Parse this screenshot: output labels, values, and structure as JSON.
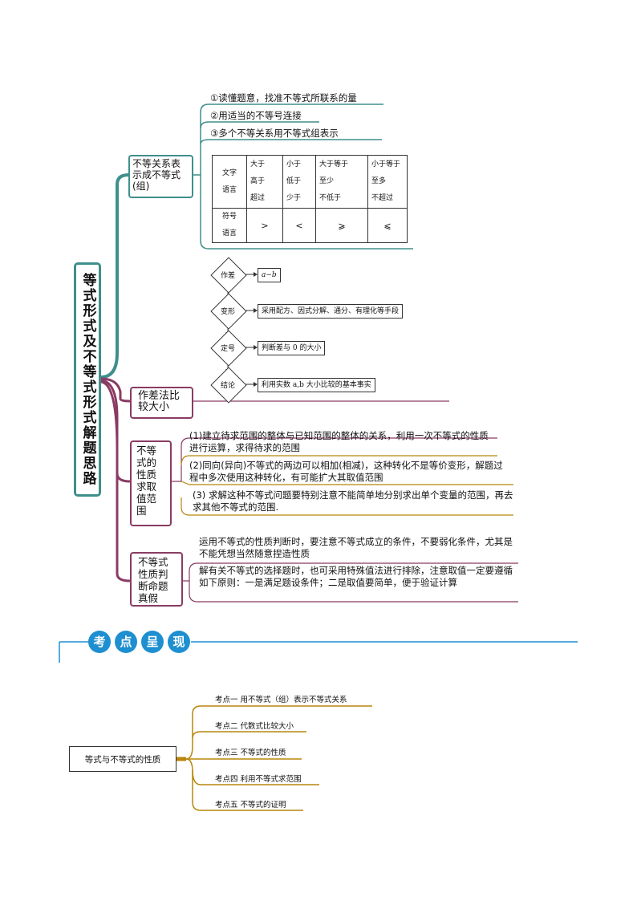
{
  "root": {
    "title": "等式形式及不等式形式解题思路"
  },
  "branch1": {
    "label": "不等关系表示成不等式(组)",
    "steps": [
      "①读懂题意，找准不等式所联系的量",
      "②用适当的不等号连接",
      "③多个不等关系用不等式组表示"
    ],
    "table": {
      "row1_header": [
        "文字",
        "语言"
      ],
      "cells": [
        [
          "大于",
          "高于",
          "超过"
        ],
        [
          "小于",
          "低于",
          "少于"
        ],
        [
          "大于等于",
          "至少",
          "不低于"
        ],
        [
          "小于等于",
          "至多",
          "不超过"
        ]
      ],
      "row2_header": [
        "符号",
        "语言"
      ],
      "symbols": [
        ">",
        "<",
        "⩾",
        "⩽"
      ]
    }
  },
  "branch2": {
    "label": "作差法比较大小",
    "flow": [
      {
        "step": "作差",
        "desc": "a−b"
      },
      {
        "step": "变形",
        "desc": "采用配方、因式分解、通分、有理化等手段"
      },
      {
        "step": "定号",
        "desc": "判断差与 0 的大小"
      },
      {
        "step": "结论",
        "desc": "利用实数 a,b 大小比较的基本事实"
      }
    ]
  },
  "branch3": {
    "label": "不等式的性质求取值范围",
    "items": [
      "(1)建立待求范围的整体与已知范围的整体的关系，利用一次不等式的性质进行运算，求得待求的范围",
      "(2)同向(异向)不等式的两边可以相加(相减)，这种转化不是等价变形，解题过程中多次使用这种转化，有可能扩大其取值范围",
      "(3) 求解这种不等式问题要特别注意不能简单地分别求出单个变量的范围，再去求其他不等式的范围."
    ]
  },
  "branch4": {
    "label": "不等式性质判断命题真假",
    "items": [
      "运用不等式的性质判断时，要注意不等式成立的条件，不要弱化条件，尤其是不能凭想当然随意捏造性质",
      "解有关不等式的选择题时，也可采用特殊值法进行排除，注意取值一定要遵循如下原则：一是满足题设条件；二是取值要简单，便于验证计算"
    ]
  },
  "section": {
    "chars": [
      "考",
      "点",
      "呈",
      "现"
    ],
    "color": "#1e8fd0"
  },
  "section2": {
    "root": "等式与不等式的性质",
    "points": [
      "考点一  用不等式（组）表示不等式关系",
      "考点二  代数式比较大小",
      "考点三  不等式的性质",
      "考点四  利用不等式求范围",
      "考点五  不等式的证明"
    ]
  },
  "colors": {
    "teal": "#3f8f8c",
    "purple": "#8a3b63",
    "gold": "#b8860b",
    "blue": "#1e8fd0"
  }
}
